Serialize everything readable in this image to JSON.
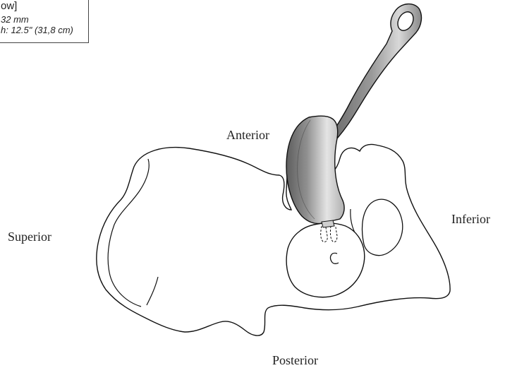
{
  "spec_box": {
    "line1": "ow]",
    "line2": "32 mm",
    "line3": "h: 12.5\" (31,8 cm)"
  },
  "labels": {
    "anterior": "Anterior",
    "superior": "Superior",
    "inferior": "Inferior",
    "posterior": "Posterior"
  },
  "colors": {
    "outline": "#111111",
    "retractor_dark": "#6b6b6b",
    "retractor_light": "#dcdcdc"
  }
}
